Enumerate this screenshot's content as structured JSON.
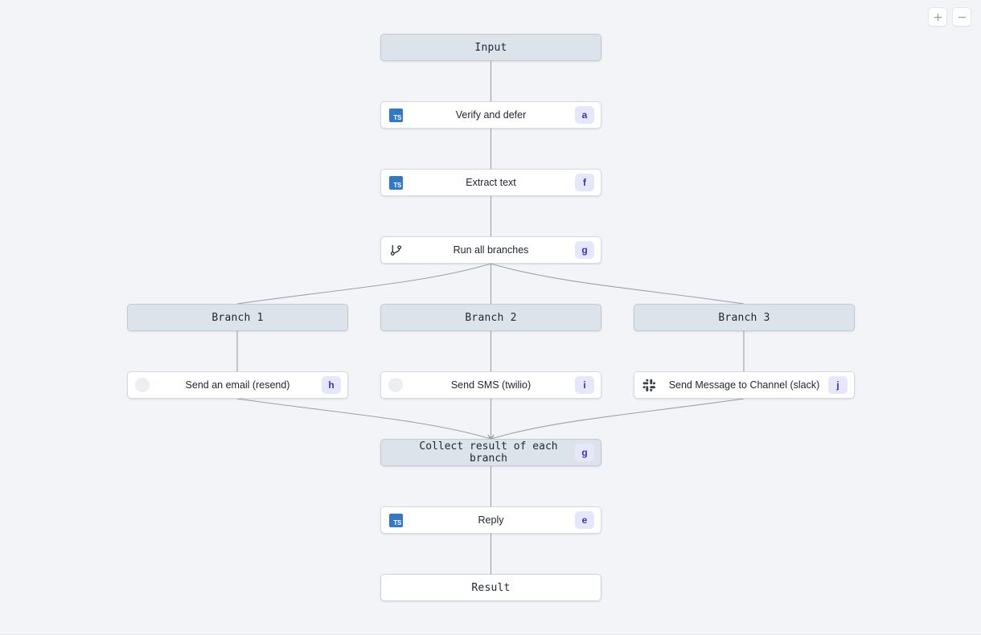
{
  "canvas": {
    "background_color": "#f2f4f7",
    "edge_color": "#9aa2ad"
  },
  "zoom_controls": {
    "zoom_in_label": "+",
    "zoom_in_icon": "plus-icon",
    "zoom_out_label": "−",
    "zoom_out_icon": "minus-icon"
  },
  "colors": {
    "node_terminal_bg": "#dce3ea",
    "node_step_bg": "#ffffff",
    "badge_bg": "#e7e7fb",
    "badge_text": "#3730c0",
    "typescript_blue": "#3178c6"
  },
  "nodes": {
    "input": {
      "label": "Input",
      "kind": "terminal"
    },
    "verify": {
      "label": "Verify and defer",
      "badge": "a",
      "icon": "typescript-icon",
      "icon_label": "TS"
    },
    "extract": {
      "label": "Extract text",
      "badge": "f",
      "icon": "typescript-icon",
      "icon_label": "TS"
    },
    "run_all": {
      "label": "Run all branches",
      "badge": "g",
      "icon": "git-branch-icon"
    },
    "branch1": {
      "label": "Branch 1",
      "kind": "terminal"
    },
    "branch2": {
      "label": "Branch 2",
      "kind": "terminal"
    },
    "branch3": {
      "label": "Branch 3",
      "kind": "terminal"
    },
    "email": {
      "label": "Send an email (resend)",
      "badge": "h",
      "icon": "placeholder-circle-icon"
    },
    "sms": {
      "label": "Send SMS (twilio)",
      "badge": "i",
      "icon": "placeholder-circle-icon"
    },
    "slack": {
      "label": "Send Message to Channel (slack)",
      "badge": "j",
      "icon": "slack-icon"
    },
    "collect": {
      "label": "Collect result of each branch",
      "badge": "g",
      "kind": "terminal"
    },
    "reply": {
      "label": "Reply",
      "badge": "e",
      "icon": "typescript-icon",
      "icon_label": "TS"
    },
    "result": {
      "label": "Result",
      "kind": "terminal"
    }
  }
}
